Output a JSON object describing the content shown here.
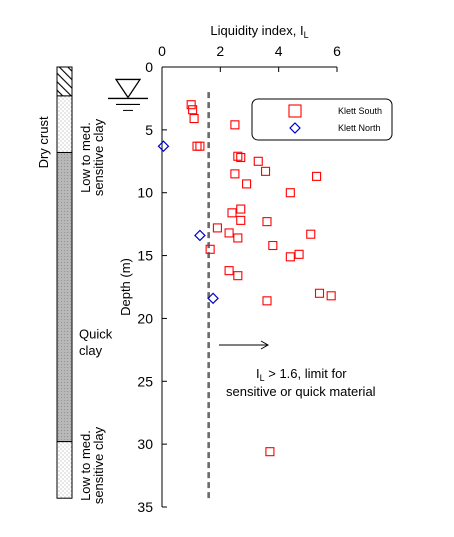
{
  "chart_data": {
    "type": "scatter",
    "xlabel": "Liquidity index, I",
    "xlabel_subscript": "L",
    "ylabel": "Depth (m)",
    "xlim": [
      0,
      6
    ],
    "ylim": [
      0,
      35
    ],
    "y_inverted": true,
    "x_axis_position": "top",
    "x_ticks": [
      0,
      2,
      4,
      6
    ],
    "y_ticks": [
      0,
      5,
      10,
      15,
      20,
      25,
      30,
      35
    ],
    "legend": {
      "placement": "top-right",
      "entries": [
        "Klett South",
        "Klett North"
      ]
    },
    "series": [
      {
        "name": "Klett South",
        "marker": "square",
        "color": "#ff0000",
        "points": [
          {
            "x": 1.0,
            "y": 3.0
          },
          {
            "x": 1.05,
            "y": 3.4
          },
          {
            "x": 1.1,
            "y": 4.1
          },
          {
            "x": 1.2,
            "y": 6.3
          },
          {
            "x": 1.3,
            "y": 6.3
          },
          {
            "x": 2.5,
            "y": 4.6
          },
          {
            "x": 2.6,
            "y": 7.1
          },
          {
            "x": 2.7,
            "y": 7.2
          },
          {
            "x": 2.5,
            "y": 8.5
          },
          {
            "x": 2.9,
            "y": 9.3
          },
          {
            "x": 3.3,
            "y": 7.5
          },
          {
            "x": 3.55,
            "y": 8.3
          },
          {
            "x": 4.4,
            "y": 10.0
          },
          {
            "x": 5.3,
            "y": 8.7
          },
          {
            "x": 2.7,
            "y": 11.3
          },
          {
            "x": 2.4,
            "y": 11.6
          },
          {
            "x": 2.7,
            "y": 12.2
          },
          {
            "x": 1.9,
            "y": 12.8
          },
          {
            "x": 2.3,
            "y": 13.2
          },
          {
            "x": 2.6,
            "y": 13.6
          },
          {
            "x": 3.6,
            "y": 12.3
          },
          {
            "x": 3.8,
            "y": 14.2
          },
          {
            "x": 5.1,
            "y": 13.3
          },
          {
            "x": 4.4,
            "y": 15.1
          },
          {
            "x": 4.7,
            "y": 14.9
          },
          {
            "x": 1.65,
            "y": 14.5
          },
          {
            "x": 2.3,
            "y": 16.2
          },
          {
            "x": 2.6,
            "y": 16.6
          },
          {
            "x": 3.6,
            "y": 18.6
          },
          {
            "x": 5.4,
            "y": 18.0
          },
          {
            "x": 5.8,
            "y": 18.2
          },
          {
            "x": 3.7,
            "y": 30.6
          }
        ]
      },
      {
        "name": "Klett North",
        "marker": "diamond",
        "color": "#0000cc",
        "points": [
          {
            "x": 0.05,
            "y": 6.3
          },
          {
            "x": 1.3,
            "y": 13.4
          },
          {
            "x": 1.75,
            "y": 18.4
          }
        ]
      }
    ],
    "reference_line": {
      "x": 1.6,
      "style": "dashed",
      "color": "#666666"
    },
    "annotation": {
      "line1_prefix": "I",
      "line1_subscript": "L",
      "line1_rest": " > 1.6, limit for",
      "line2": "sensitive or quick material"
    },
    "profile": {
      "layers": [
        {
          "label": "Dry crust",
          "from": 0,
          "to": 2.3,
          "fill": "hatch"
        },
        {
          "label": "Low to med. sensitive clay",
          "from": 2.3,
          "to": 6.8,
          "fill": "dots"
        },
        {
          "label": "Quick clay",
          "from": 6.8,
          "to": 29.8,
          "fill": "gray"
        },
        {
          "label": "Low to med. sensitive clay",
          "from": 29.8,
          "to": 34.3,
          "fill": "dots"
        }
      ]
    },
    "water_table_depth": 2.5
  }
}
